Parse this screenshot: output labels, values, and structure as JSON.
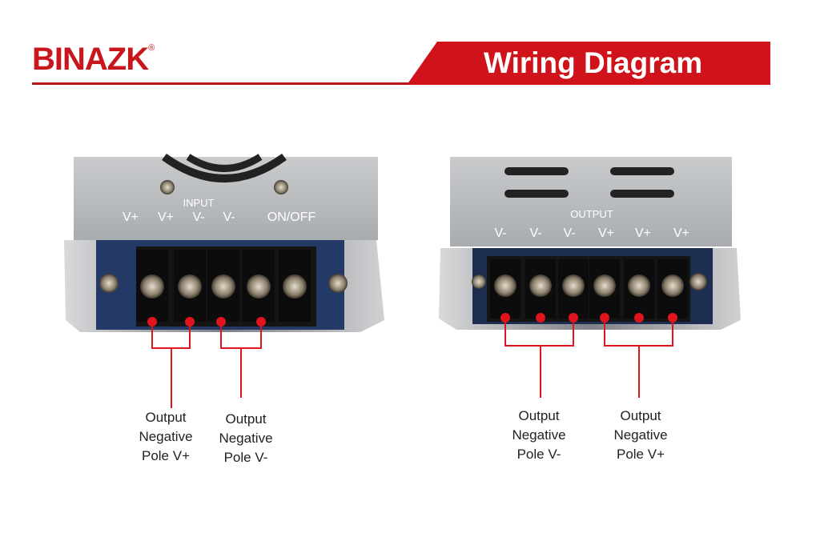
{
  "brand": {
    "name": "BINAZK",
    "mark": "®"
  },
  "header": {
    "title": "Wiring Diagram"
  },
  "colors": {
    "brand_red": "#c8161d",
    "wire_red": "#e0141c",
    "plate_gray": "#b9bcbf"
  },
  "left_device": {
    "section_label": "INPUT",
    "terminals": [
      "V+",
      "V+",
      "V-",
      "V-",
      "ON/OFF"
    ],
    "annotations": [
      {
        "lines": [
          "Output",
          "Negative",
          "Pole V+"
        ]
      },
      {
        "lines": [
          "Output",
          "Negative",
          "Pole V-"
        ]
      }
    ]
  },
  "right_device": {
    "section_label": "OUTPUT",
    "terminals": [
      "V-",
      "V-",
      "V-",
      "V+",
      "V+",
      "V+"
    ],
    "annotations": [
      {
        "lines": [
          "Output",
          "Negative",
          "Pole V-"
        ]
      },
      {
        "lines": [
          "Output",
          "Negative",
          "Pole V+"
        ]
      }
    ]
  }
}
